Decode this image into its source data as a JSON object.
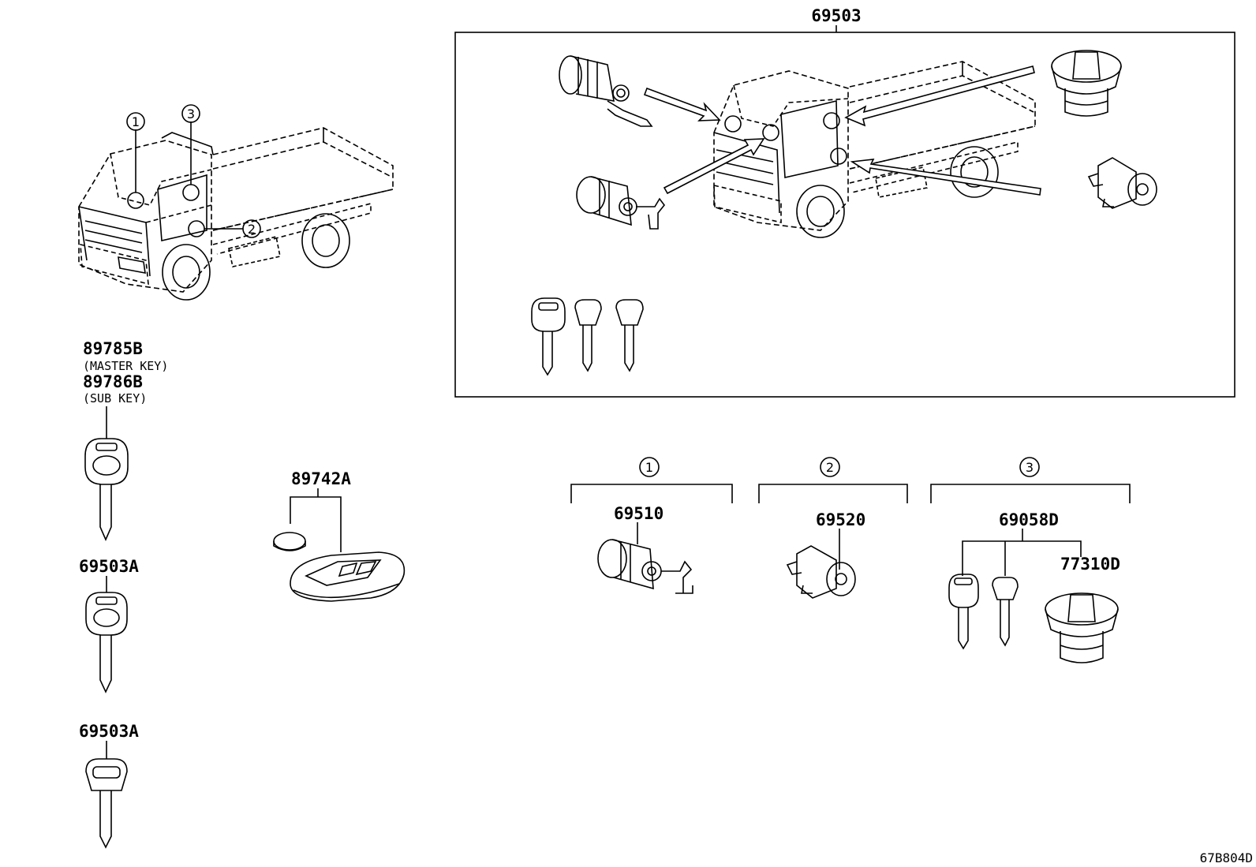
{
  "labels": {
    "set_69503": "69503",
    "k89785b": "89785B",
    "master_key": "(MASTER KEY)",
    "k89786b": "89786B",
    "sub_key": "(SUB KEY)",
    "k69503a_1": "69503A",
    "k69503a_2": "69503A",
    "k89742a": "89742A",
    "p69510": "69510",
    "p69520": "69520",
    "p69058d": "69058D",
    "p77310d": "77310D",
    "diagram_code": "67B804D"
  },
  "callouts": {
    "c1": "1",
    "c2": "2",
    "c3": "3"
  },
  "colors": {
    "ink": "#000000",
    "paper": "#ffffff"
  }
}
